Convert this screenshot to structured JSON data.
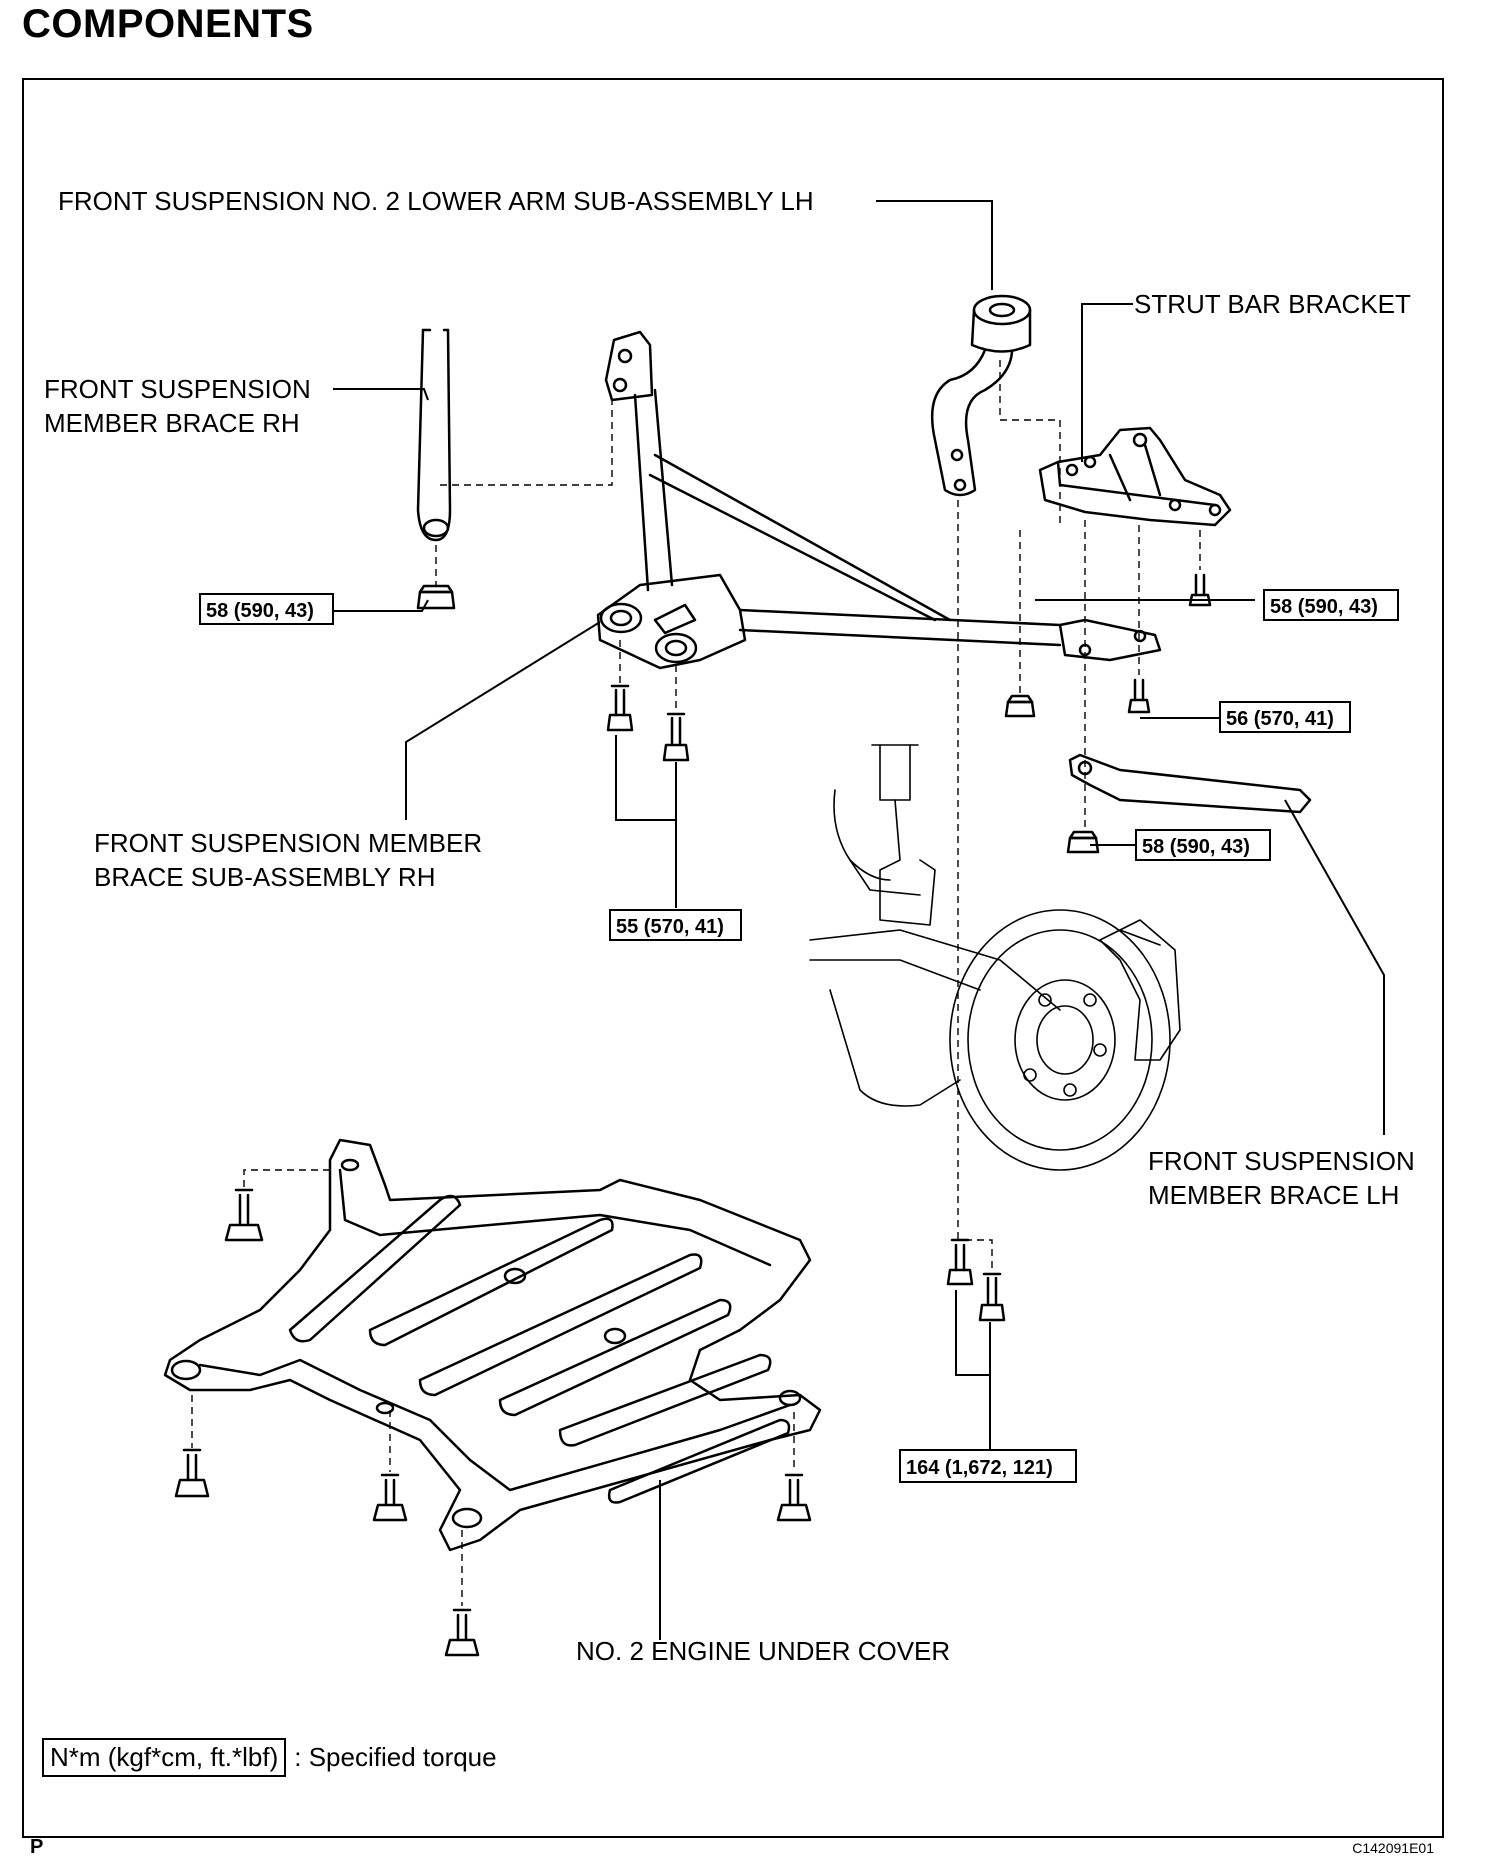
{
  "page": {
    "title": "COMPONENTS",
    "page_marker": "P",
    "figure_code": "C142091E01"
  },
  "labels": {
    "lower_arm": "FRONT SUSPENSION NO. 2 LOWER ARM SUB-ASSEMBLY LH",
    "strut_bar_bracket": "STRUT BAR BRACKET",
    "brace_rh_line1": "FRONT SUSPENSION",
    "brace_rh_line2": "MEMBER BRACE RH",
    "brace_subassy_line1": "FRONT SUSPENSION MEMBER",
    "brace_subassy_line2": "BRACE SUB-ASSEMBLY RH",
    "brace_lh_line1": "FRONT SUSPENSION",
    "brace_lh_line2": "MEMBER BRACE LH",
    "under_cover": "NO. 2 ENGINE UNDER COVER"
  },
  "torques": {
    "t1": "58 (590, 43)",
    "t2": "58 (590, 43)",
    "t3": "56 (570, 41)",
    "t4": "58 (590, 43)",
    "t5": "55 (570, 41)",
    "t6": "164 (1,672, 121)"
  },
  "legend": {
    "unit": "N*m (kgf*cm, ft.*lbf)",
    "text": ": Specified torque"
  }
}
